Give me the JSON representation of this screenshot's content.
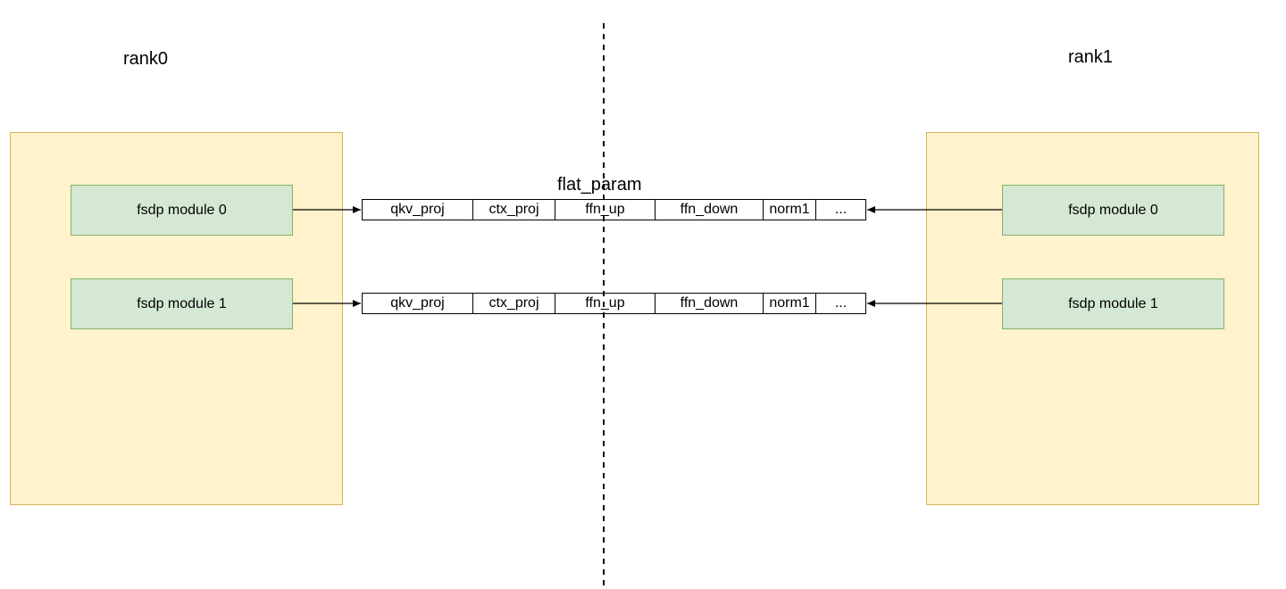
{
  "ranks": [
    {
      "label": "rank0",
      "modules": [
        "fsdp module 0",
        "fsdp module 1"
      ]
    },
    {
      "label": "rank1",
      "modules": [
        "fsdp module 0",
        "fsdp module 1"
      ]
    }
  ],
  "flat_param": {
    "title": "flat_param",
    "rows": [
      [
        "qkv_proj",
        "ctx_proj",
        "ffn_up",
        "ffn_down",
        "norm1",
        "..."
      ],
      [
        "qkv_proj",
        "ctx_proj",
        "ffn_up",
        "ffn_down",
        "norm1",
        "..."
      ]
    ]
  },
  "colors": {
    "rank_fill": "#fff2cc",
    "rank_stroke": "#d6b656",
    "module_fill": "#d5e8d4",
    "module_stroke": "#82b366",
    "line": "#000000"
  }
}
